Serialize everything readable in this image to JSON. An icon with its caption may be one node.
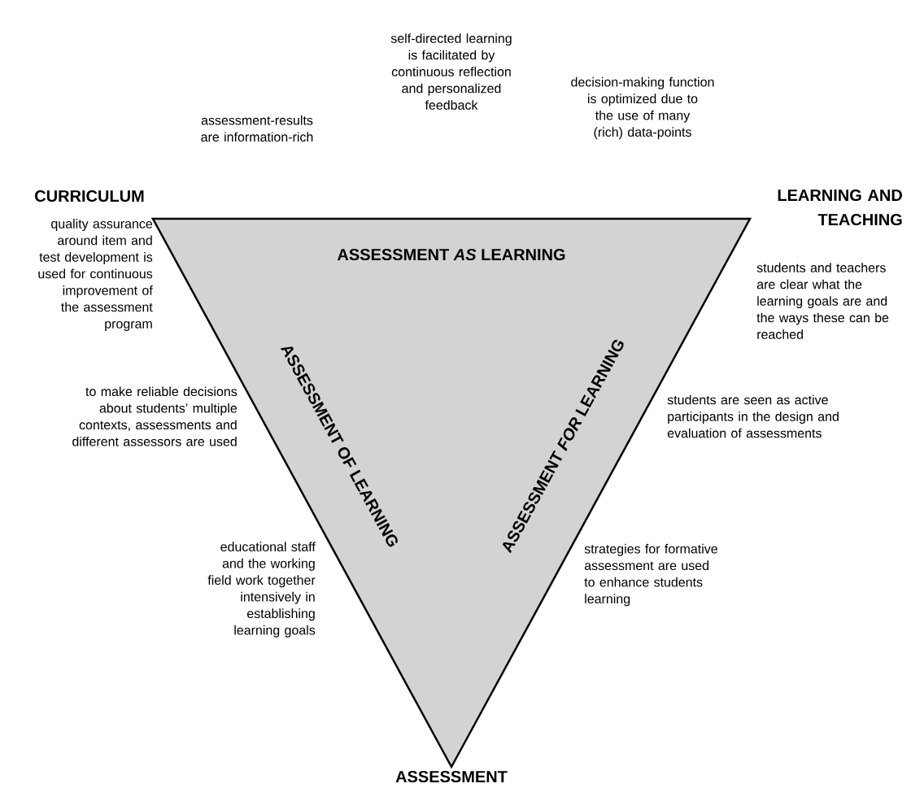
{
  "diagram": {
    "nodes": [
      {
        "text": [
          "ASSESSMENT *AS* LEARNING",
          "ASSESSMENT OF LEARNING",
          "ASSESSMENT *FOR* LEARNING"
        ]
      }
    ],
    "labels": [
      "self-directed learning is facilitated by continuous reflection and personalized feedback",
      "decision-making function is optimized due to the use of many (rich) data-points",
      "assessment-results are information-rich",
      "CURRICULUM",
      "LEARNING AND TEACHING",
      "quality assurance around item and test development is used for continuous improvement of the assessment program",
      "students and teachers are clear what the learning goals are and the ways these can be reached",
      "to make reliable decisions about students’ multiple contexts, assessments and different assessors are used",
      "students are seen as active participants in the design and evaluation of assessments",
      "educational staff and the working field work together intensively in establishing learning goals",
      "strategies for formative assessment are used to enhance students learning",
      "ASSESSMENT"
    ]
  }
}
